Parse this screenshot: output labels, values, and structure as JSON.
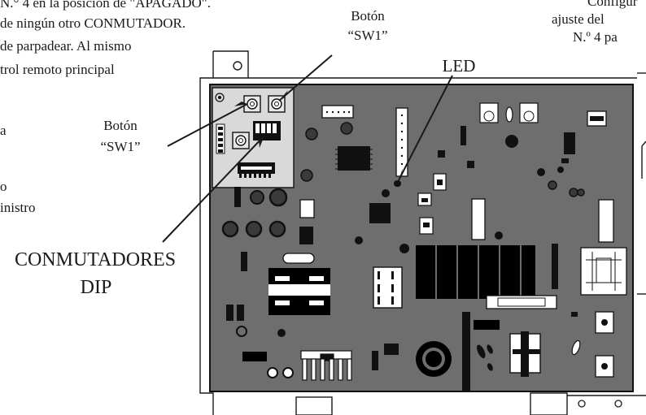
{
  "fragments_left": [
    "N.° 4 en la posición de \"APAGADO\".",
    "de ningún otro CONMUTADOR.",
    "de parpadear. Al mismo",
    "trol remoto principal",
    "a",
    "o",
    "inistro"
  ],
  "fragments_right": [
    "Configur",
    "ajuste del",
    "N.º 4 pa"
  ],
  "labels": {
    "sw1_top_line1": "Botón",
    "sw1_top_line2": "“SW1”",
    "led": "LED",
    "sw1_left_line1": "Botón",
    "sw1_left_line2": "“SW1”",
    "dip_line1": "CONMUTADORES",
    "dip_line2": "DIP"
  },
  "colors": {
    "board": "#6e6e6e",
    "pcb_plate": "#d9d9d9",
    "text": "#1a1a1a",
    "component": "#111111"
  }
}
